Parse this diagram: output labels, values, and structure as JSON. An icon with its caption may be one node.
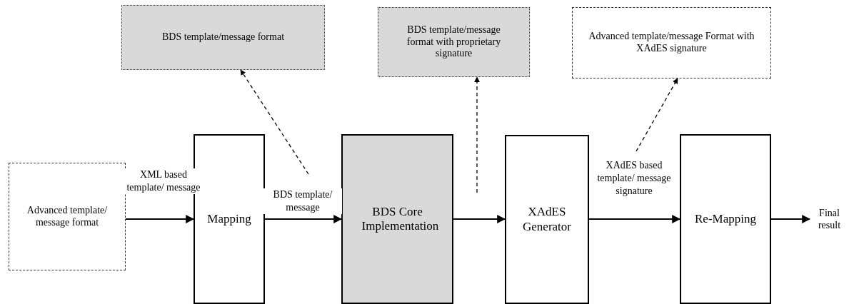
{
  "diagram": {
    "nodes": [
      {
        "text": [
          "BDS template/message format"
        ]
      },
      {
        "text": [
          "BDS template/message format with proprietary signature"
        ]
      },
      {
        "text": [
          "Advanced template/message Format with XAdES signature"
        ]
      },
      {
        "text": [
          "Advanced template/ message format"
        ]
      },
      {
        "text": [
          "Mapping"
        ]
      },
      {
        "text": [
          "BDS Core Implementation"
        ]
      },
      {
        "text": [
          "XAdES Generator"
        ]
      },
      {
        "text": [
          "Re-Mapping"
        ]
      },
      {
        "text": [
          "Final result"
        ]
      }
    ],
    "edges": [
      {
        "from": 3,
        "to": 4,
        "arrow": "to",
        "label": "XML based template/ message"
      },
      {
        "from": 4,
        "to": 5,
        "arrow": "to",
        "label": "BDS template/ message"
      },
      {
        "from": 5,
        "to": 6,
        "arrow": "to"
      },
      {
        "from": 6,
        "to": 7,
        "arrow": "to",
        "label": "XAdES based template/ message signature"
      },
      {
        "from": 7,
        "to": 8,
        "arrow": "to"
      },
      {
        "from": null,
        "to": 0,
        "arrow": "to",
        "style": "dashed"
      },
      {
        "from": null,
        "to": 1,
        "arrow": "to",
        "style": "dashed"
      },
      {
        "from": null,
        "to": 2,
        "arrow": "to",
        "style": "dashed"
      }
    ]
  }
}
